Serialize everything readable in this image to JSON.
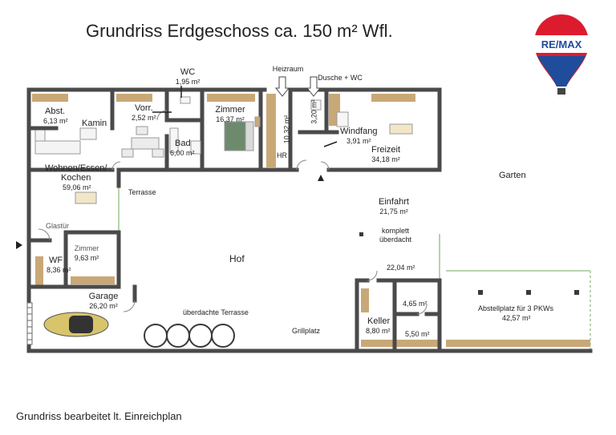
{
  "title": "Grundriss Erdgeschoss ca. 150 m² Wfl.",
  "footer": "Grundriss bearbeitet lt. Einreichplan",
  "logo": {
    "text": "RE/MAX",
    "colors": {
      "red": "#dc1c2e",
      "blue": "#1f4c9b",
      "white": "#ffffff"
    }
  },
  "colors": {
    "wall": "#4a4a4a",
    "floor_wood": "#c9a878",
    "grass_edge": "#a8c8a0",
    "accent": "#555555"
  },
  "rooms": {
    "wc": {
      "name": "WC",
      "area": "1,95 m²"
    },
    "heizraum": {
      "name": "Heizraum"
    },
    "dusche_wc": {
      "name": "Dusche + WC"
    },
    "abst": {
      "name": "Abst.",
      "area": "6,13 m²"
    },
    "kamin": {
      "name": "Kamin"
    },
    "vorr": {
      "name": "Vorr.",
      "area": "2,52 m²"
    },
    "zimmer1": {
      "name": "Zimmer",
      "area": "16,37 m²"
    },
    "bad": {
      "name": "Bad",
      "area": "6,00 m²"
    },
    "hr": {
      "name": "HR",
      "area": "10,32 m²"
    },
    "dusche_area": "3,20 m²",
    "windfang": {
      "name": "Windfang",
      "area": "3,91 m²"
    },
    "freizeit": {
      "name": "Freizeit",
      "area": "34,18 m²"
    },
    "garten": {
      "name": "Garten"
    },
    "wohnen": {
      "name": "Wohnen/Essen/",
      "name2": "Kochen",
      "area": "59,06 m²"
    },
    "terrasse": {
      "name": "Terrasse"
    },
    "einfahrt": {
      "name": "Einfahrt",
      "area": "21,75 m²"
    },
    "ueberdacht": {
      "line1": "komplett",
      "line2": "überdacht"
    },
    "glastuer": {
      "name": "Glastür"
    },
    "zimmer2": {
      "name": "Zimmer",
      "area": "9,63 m²"
    },
    "wf": {
      "name": "WF",
      "area": "8,36 m²"
    },
    "hof": {
      "name": "Hof"
    },
    "area_2204": "22,04 m²",
    "garage": {
      "name": "Garage",
      "area": "26,20 m²"
    },
    "ueberdachte_terrasse": {
      "name": "überdachte Terrasse"
    },
    "area_465": "4,65 m²",
    "abstellplatz": {
      "name": "Abstellplatz für 3 PKWs",
      "area": "42,57 m²"
    },
    "keller": {
      "name": "Keller",
      "area": "8,80 m²"
    },
    "grillplatz": {
      "name": "Grillplatz"
    },
    "area_550": "5,50 m²"
  }
}
